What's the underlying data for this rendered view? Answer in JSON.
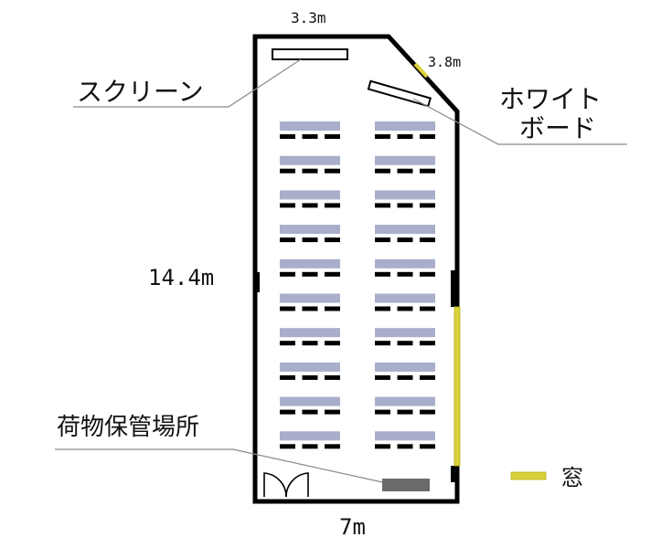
{
  "dimensions": {
    "top": "3.3m",
    "diagonal": "3.8m",
    "side": "14.4m",
    "bottom": "7m"
  },
  "labels": {
    "screen": "スクリーン",
    "whiteboard_line1": "ホワイト",
    "whiteboard_line2": "ボード",
    "storage": "荷物保管場所"
  },
  "legend": {
    "window": "窓"
  },
  "seating": {
    "columns": 2,
    "rows": 10,
    "chairs_per_row": 3
  },
  "colors": {
    "wall": "#000000",
    "desk": "#a9aecb",
    "chair": "#000000",
    "window": "#d8d23a",
    "storage": "#6b6b6b",
    "leader_line": "#8a8a8a"
  }
}
